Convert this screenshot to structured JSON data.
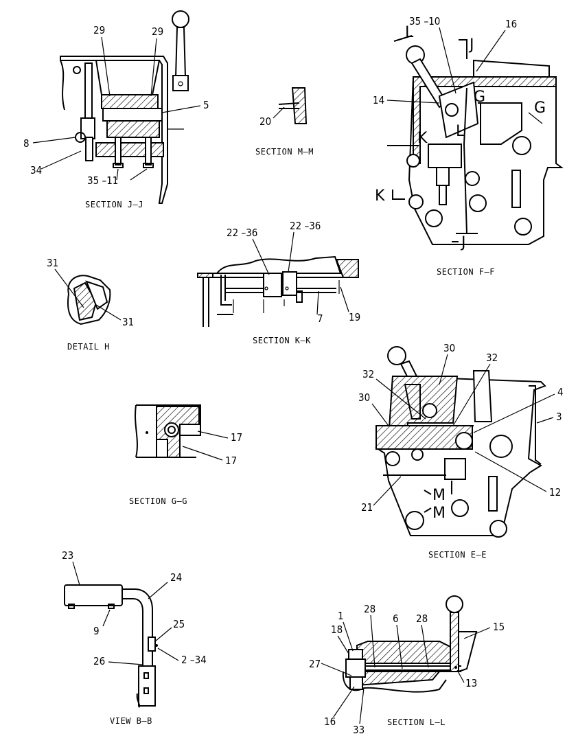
{
  "sections": {
    "jj": {
      "caption": "SECTION J–J",
      "labels": {
        "a": "29",
        "b": "29",
        "c": "5",
        "d": "8",
        "e": "34",
        "f": "35 –11"
      }
    },
    "mm": {
      "caption": "SECTION M–M",
      "labels": {
        "a": "20"
      }
    },
    "ff": {
      "caption": "SECTION F–F",
      "labels": {
        "a": "35 –10",
        "b": "16",
        "c": "14"
      },
      "markers": {
        "l_top": "L",
        "j_top": "J",
        "g_right": "G",
        "g_left": "G",
        "k_mid": "K",
        "l_mid": "L",
        "k_low": "K",
        "j_low": "J"
      }
    },
    "h": {
      "caption": "DETAIL  H",
      "labels": {
        "a": "31",
        "b": "31"
      }
    },
    "kk": {
      "caption": "SECTION K–K",
      "labels": {
        "a": "22 –36",
        "b": "22 –36",
        "c": "7",
        "d": "19"
      }
    },
    "ee": {
      "caption": "SECTION E–E",
      "labels": {
        "a": "30",
        "b": "32",
        "c": "32",
        "d": "30",
        "e": "4",
        "f": "3",
        "g": "21",
        "h": "12"
      },
      "markers": {
        "m_top": "M",
        "m_low": "M"
      }
    },
    "gg": {
      "caption": "SECTION G–G",
      "labels": {
        "a": "17",
        "b": "17"
      }
    },
    "bb": {
      "caption": "VIEW  B–B",
      "labels": {
        "a": "23",
        "b": "24",
        "c": "9",
        "d": "25",
        "e": "26",
        "f": "2 –34"
      }
    },
    "ll": {
      "caption": "SECTION L–L",
      "labels": {
        "a": "15",
        "b": "18",
        "c": "1",
        "d": "28",
        "e": "6",
        "f": "28",
        "g": "27",
        "h": "13",
        "i": "16",
        "j": "33"
      }
    }
  }
}
